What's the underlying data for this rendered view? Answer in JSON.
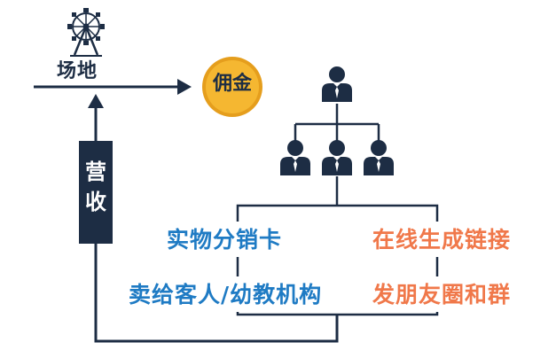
{
  "labels": {
    "venue": "场地",
    "commission": "佣金",
    "revenue": [
      "营",
      "收"
    ],
    "physical_card": "实物分销卡",
    "sell_to": "卖给客人/幼教机构",
    "online_link": "在线生成链接",
    "share": "发朋友圈和群"
  },
  "icons": {
    "venue": "ferris-wheel-icon",
    "commission": "coin-icon",
    "manager": "person-icon",
    "team": "person-icon"
  },
  "colors": {
    "navy": "#1d2d44",
    "blue": "#1f7bc4",
    "orange": "#f0784a",
    "coin": "#f5b731"
  }
}
